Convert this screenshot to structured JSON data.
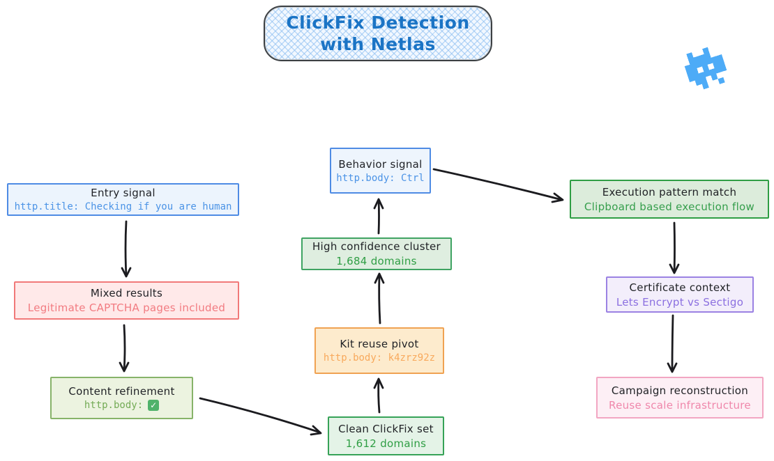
{
  "banner": {
    "title": "ClickFix Detection with Netlas"
  },
  "icons": {
    "virus_icon_color": "#4dabf7"
  },
  "nodes": {
    "entry": {
      "title": "Entry signal",
      "subtitle": "http.title: Checking if you are human"
    },
    "mixed": {
      "title": "Mixed results",
      "subtitle": "Legitimate CAPTCHA pages included"
    },
    "refine": {
      "title": "Content refinement",
      "subtitle": "http.body:",
      "check": "✓"
    },
    "clean": {
      "title": "Clean ClickFix set",
      "subtitle": "1,612 domains"
    },
    "kit": {
      "title": "Kit reuse pivot",
      "subtitle": "http.body: k4zrz92z"
    },
    "cluster": {
      "title": "High confidence cluster",
      "subtitle": "1,684 domains"
    },
    "behavior": {
      "title": "Behavior signal",
      "subtitle": "http.body: Ctrl"
    },
    "execution": {
      "title": "Execution pattern match",
      "subtitle": "Clipboard based execution flow"
    },
    "certificate": {
      "title": "Certificate context",
      "subtitle": "Lets Encrypt vs Sectigo"
    },
    "campaign": {
      "title": "Campaign reconstruction",
      "subtitle": "Reuse scale infrastructure"
    }
  },
  "edges": [
    {
      "from": "entry",
      "to": "mixed"
    },
    {
      "from": "mixed",
      "to": "refine"
    },
    {
      "from": "refine",
      "to": "clean"
    },
    {
      "from": "clean",
      "to": "kit"
    },
    {
      "from": "kit",
      "to": "cluster"
    },
    {
      "from": "cluster",
      "to": "behavior"
    },
    {
      "from": "behavior",
      "to": "execution"
    },
    {
      "from": "execution",
      "to": "certificate"
    },
    {
      "from": "certificate",
      "to": "campaign"
    }
  ],
  "colors": {
    "banner_text": "#1b74c5",
    "arrow": "#1b1b1f",
    "blue_stroke": "#4e8be4",
    "blue_fill": "#ecf4fd",
    "red_stroke": "#f17979",
    "red_fill": "#ffe9e9",
    "olive_stroke": "#87b369",
    "olive_fill": "#ecf3e0",
    "green_stroke": "#2f9e44",
    "green_fill": "#e4f3e7",
    "orange_stroke": "#f0a252",
    "orange_fill": "#fdebcd",
    "purple_stroke": "#9b82e3",
    "purple_fill": "#f3eefb",
    "pink_stroke": "#f2a6c2",
    "pink_fill": "#fdeff5"
  }
}
